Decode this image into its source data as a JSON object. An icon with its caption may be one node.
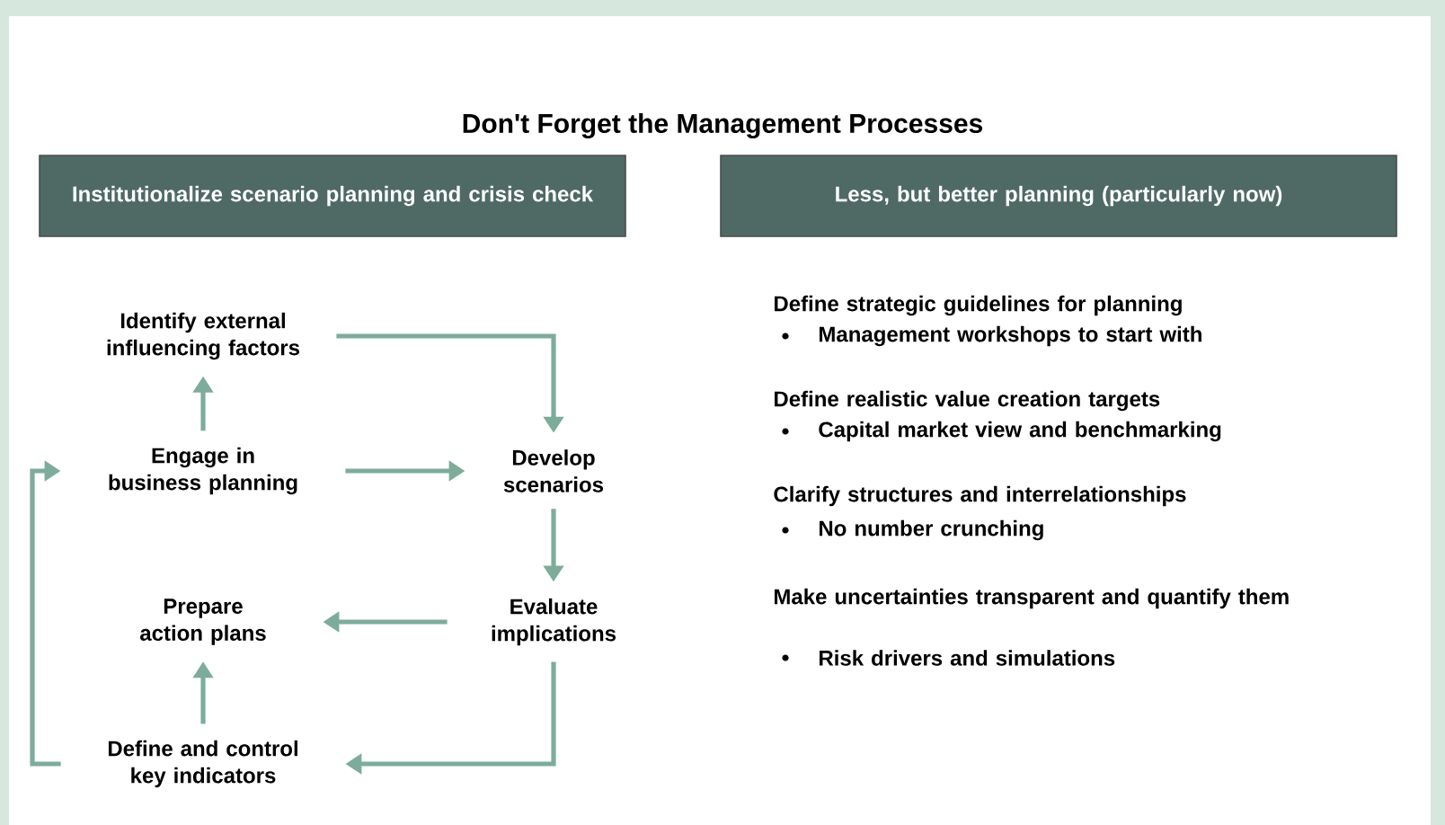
{
  "diagram": {
    "title": "Don't Forget the Management Processes",
    "nodes": [
      {
        "text": [
          "Institutionalize scenario planning and crisis check"
        ]
      },
      {
        "text": [
          "Less, but better planning (particularly now)"
        ]
      },
      {
        "text": [
          "Identify external influencing factors"
        ]
      },
      {
        "text": [
          "Engage in business planning"
        ]
      },
      {
        "text": [
          "Develop scenarios"
        ]
      },
      {
        "text": [
          "Prepare action plans"
        ]
      },
      {
        "text": [
          "Evaluate implications"
        ]
      },
      {
        "text": [
          "Define and control key indicators"
        ]
      }
    ],
    "edges": [
      {
        "from": 3,
        "to": 2,
        "arrow": "to"
      },
      {
        "from": 2,
        "to": 4,
        "arrow": "to"
      },
      {
        "from": 3,
        "to": 4,
        "arrow": "to"
      },
      {
        "from": 4,
        "to": 6,
        "arrow": "to"
      },
      {
        "from": 6,
        "to": 5,
        "arrow": "to"
      },
      {
        "from": 7,
        "to": 5,
        "arrow": "to"
      },
      {
        "from": 6,
        "to": 7,
        "arrow": "to"
      },
      {
        "from": 7,
        "to": 3,
        "arrow": "to"
      }
    ],
    "labels": [
      "Define strategic guidelines for planning",
      "Management workshops to start with",
      "Define realistic value creation targets",
      "Capital market view and benchmarking",
      "Clarify structures and interrelationships",
      "No number crunching",
      "Make uncertainties transparent and quantify them",
      "Risk drivers and simulations"
    ]
  }
}
